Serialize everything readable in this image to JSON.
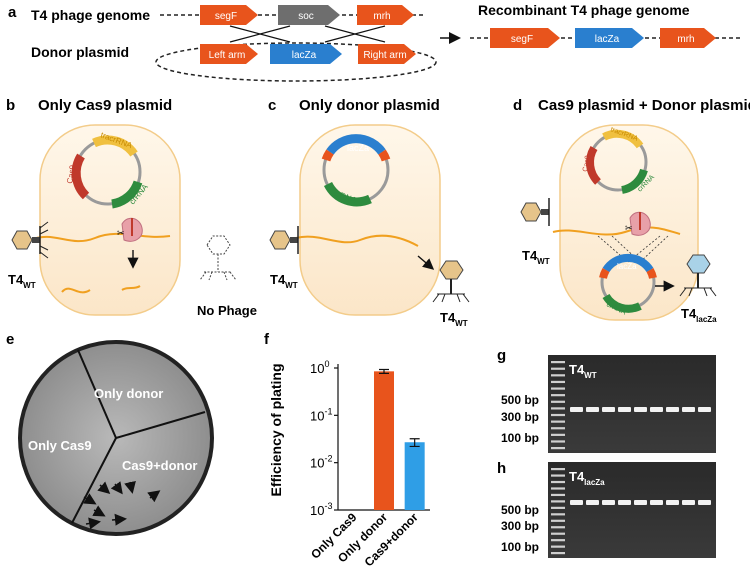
{
  "panel_a": {
    "letter": "a",
    "genome_label": "T4 phage genome",
    "donor_label": "Donor plasmid",
    "recombinant_label": "Recombinant T4 phage genome",
    "genes": {
      "segF": "segF",
      "soc": "soc",
      "mrh": "mrh",
      "lacZa": "lacZa"
    },
    "arms": {
      "left": "Left arm",
      "right": "Right arm"
    }
  },
  "panel_b": {
    "letter": "b",
    "title": "Only Cas9 plasmid",
    "cas9": "Cas9",
    "tracrRNA": "tracrRNA",
    "crRNA": "crRNA",
    "phage_label": "T4",
    "phage_sub": "WT",
    "result_label": "No Phage"
  },
  "panel_c": {
    "letter": "c",
    "title": "Only donor plasmid",
    "lacZa": "lacZa",
    "crRNA": "crRNA",
    "phage_label_in": "T4",
    "phage_sub_in": "WT",
    "phage_label_out": "T4",
    "phage_sub_out": "WT"
  },
  "panel_d": {
    "letter": "d",
    "title": "Cas9 plasmid + Donor plasmid",
    "cas9": "Cas9",
    "tracrRNA": "tracrRNA",
    "crRNA": "crRNA",
    "crRNA2": "crRNA",
    "lacZa": "lacZa",
    "phage_label_in": "T4",
    "phage_sub_in": "WT",
    "phage_label_out": "T4",
    "phage_sub_out": "lacZa"
  },
  "panel_e": {
    "letter": "e",
    "sector_donor": "Only donor",
    "sector_cas9": "Only Cas9",
    "sector_both": "Cas9+donor"
  },
  "panel_f": {
    "letter": "f",
    "chart_data": {
      "type": "bar",
      "ylabel": "Efficiency of plating",
      "yscale": "log",
      "ylim": [
        0.001,
        1
      ],
      "ytick_labels": [
        "10",
        "10",
        "10",
        "10"
      ],
      "ytick_exponents": [
        "0",
        "-1",
        "-2",
        "-3"
      ],
      "categories": [
        "Only Cas9",
        "Only donor",
        "Cas9+donor"
      ],
      "values": [
        0.0,
        0.85,
        0.027
      ],
      "errors": [
        0.0,
        0.08,
        0.005
      ],
      "colors": [
        "#e8541c",
        "#e8541c",
        "#2f9ee6"
      ]
    }
  },
  "panel_g": {
    "letter": "g",
    "lane_label": "T4",
    "lane_sub": "WT",
    "markers": [
      "500 bp",
      "300 bp",
      "100 bp"
    ]
  },
  "panel_h": {
    "letter": "h",
    "lane_label": "T4",
    "lane_sub": "lacZa",
    "markers": [
      "500 bp",
      "300 bp",
      "100 bp"
    ]
  },
  "colors": {
    "orange_gene": "#e8541c",
    "grey_gene": "#6e6e6e",
    "blue_gene": "#2a7fcf",
    "cell_fill": "#fcefdc",
    "cell_border": "#f3cc8a",
    "dna": "#f0a020",
    "cas9_red": "#c0392b",
    "tracr_yellow": "#f0c040",
    "crRNA_green": "#2e8b3e"
  }
}
